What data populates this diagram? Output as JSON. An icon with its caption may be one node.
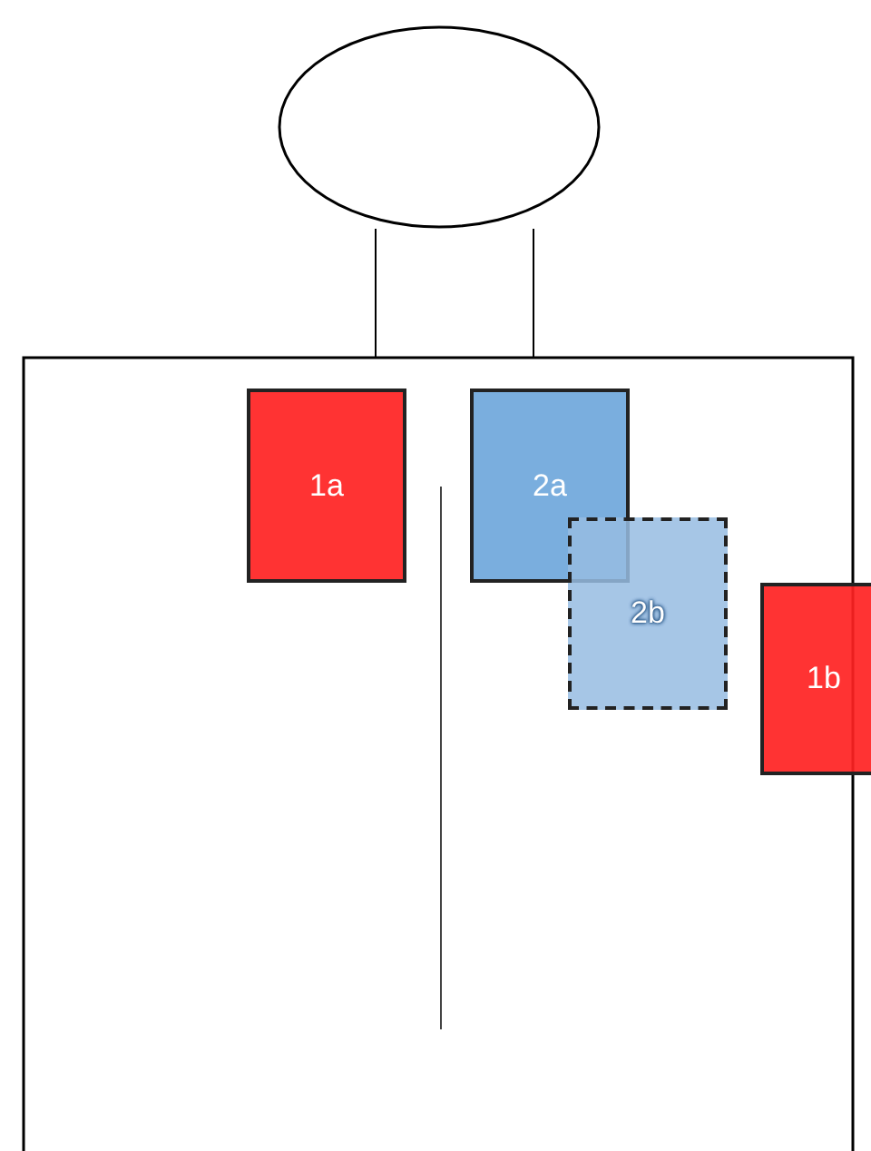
{
  "diagram": {
    "nodes": [
      {
        "text": [
          "1a"
        ]
      },
      {
        "text": [
          "2a"
        ]
      },
      {
        "text": [
          "2b"
        ]
      },
      {
        "text": [
          "1b"
        ]
      }
    ]
  }
}
